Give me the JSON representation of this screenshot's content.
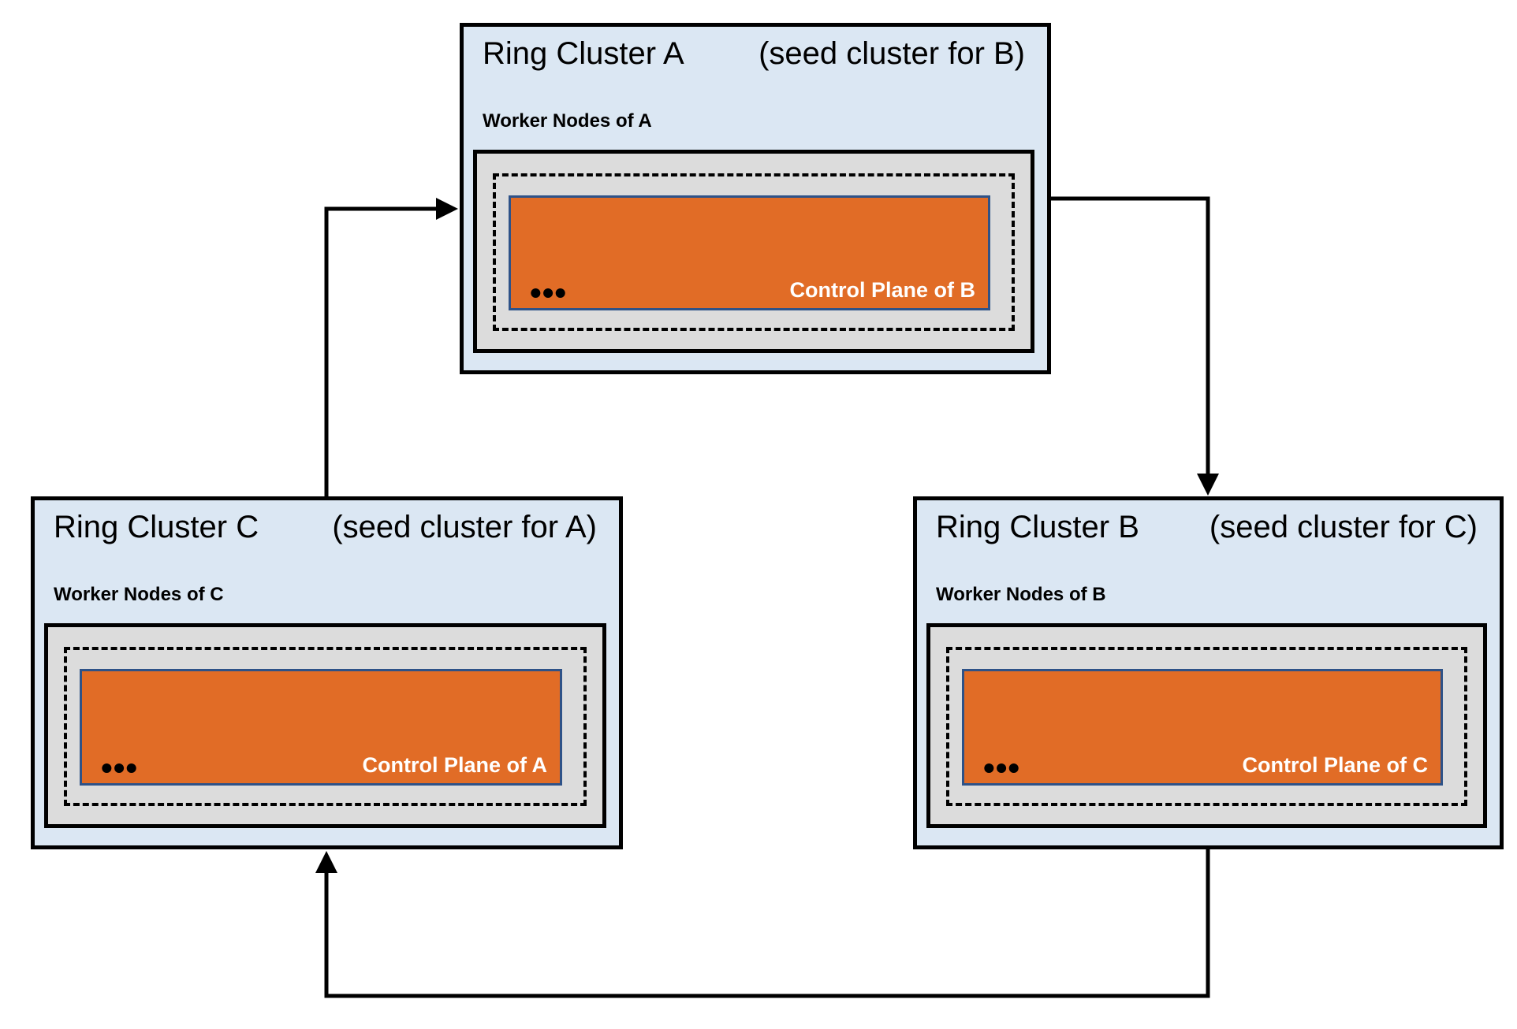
{
  "colors": {
    "canvas-bg": "#ffffff",
    "cluster-bg": "#dbe7f3",
    "cluster-border": "#000000",
    "node-bg": "#dcdcdc",
    "orange": "#e16c26",
    "orange-border": "#2e5288",
    "cp-text": "#ffffff",
    "text": "#000000",
    "arrow": "#000000"
  },
  "clusters": [
    {
      "id": "A",
      "title": "Ring Cluster A",
      "subtitle": "(seed cluster for B)",
      "worker_label": "Worker Nodes of A",
      "dots": "•••",
      "control_plane_label": "Control Plane of B"
    },
    {
      "id": "C",
      "title": "Ring Cluster C",
      "subtitle": "(seed cluster for A)",
      "worker_label": "Worker Nodes of C",
      "dots": "•••",
      "control_plane_label": "Control Plane of A"
    },
    {
      "id": "B",
      "title": "Ring Cluster B",
      "subtitle": "(seed cluster for C)",
      "worker_label": "Worker Nodes of B",
      "dots": "•••",
      "control_plane_label": "Control Plane of C"
    }
  ],
  "arrows": [
    {
      "name": "c-to-a",
      "from": "Ring Cluster C",
      "to": "Ring Cluster A"
    },
    {
      "name": "a-to-b",
      "from": "Ring Cluster A",
      "to": "Ring Cluster B"
    },
    {
      "name": "b-to-c",
      "from": "Ring Cluster B",
      "to": "Ring Cluster C"
    }
  ]
}
